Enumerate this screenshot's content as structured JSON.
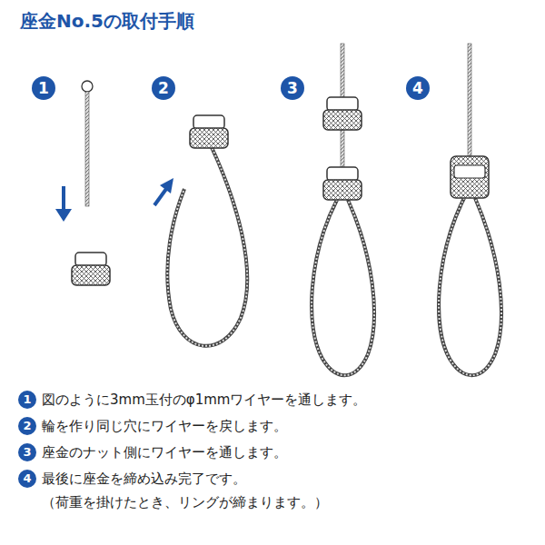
{
  "diagram": {
    "title": "座金No.5の取付手順",
    "labels": [
      "1",
      "2",
      "3",
      "4",
      "1",
      "図のように3mm玉付のφ1mmワイヤーを通します。",
      "2",
      "輪を作り同じ穴にワイヤーを戻します。",
      "3",
      "座金のナット側にワイヤーを通します。",
      "4",
      "最後に座金を締め込み完了です。",
      "（荷重を掛けたとき、リングが締まります。）"
    ]
  }
}
